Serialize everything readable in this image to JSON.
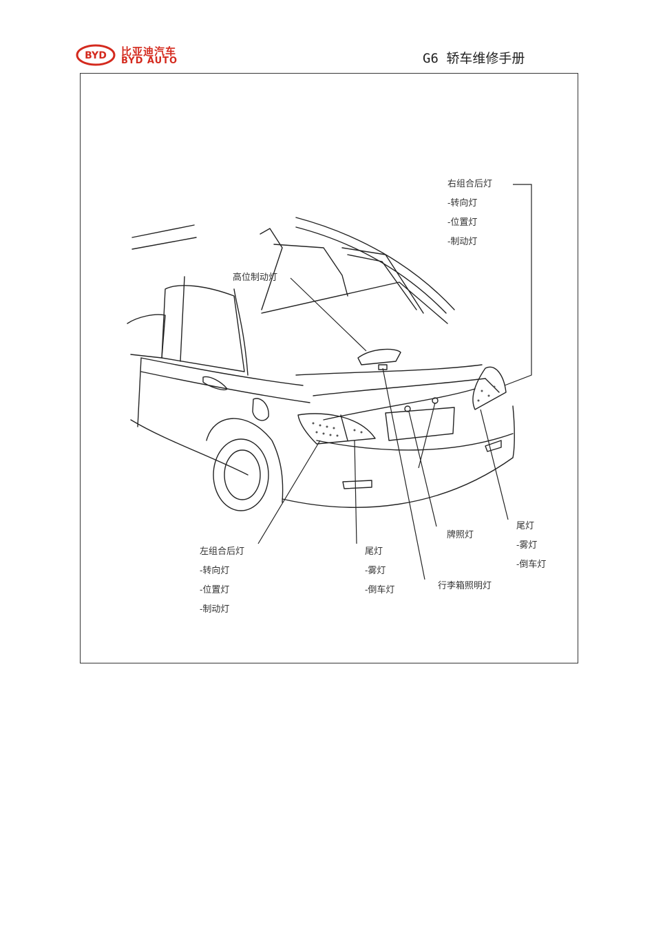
{
  "header": {
    "logo_cn": "比亚迪汽车",
    "logo_en": "BYD AUTO",
    "logo_badge": "BYD",
    "manual_title": "G6 轿车维修手册",
    "brand_color": "#d42a1e"
  },
  "labels": {
    "right_combo": {
      "title": "右组合后灯",
      "items": [
        "-转向灯",
        "-位置灯",
        "-制动灯"
      ]
    },
    "high_brake": {
      "title": "高位制动灯"
    },
    "left_combo": {
      "title": "左组合后灯",
      "items": [
        "-转向灯",
        "-位置灯",
        "-制动灯"
      ]
    },
    "tail_center": {
      "title": "尾灯",
      "items": [
        "-雾灯",
        "-倒车灯"
      ]
    },
    "tail_right": {
      "title": "尾灯",
      "items": [
        "-雾灯",
        "-倒车灯"
      ]
    },
    "license": {
      "title": "牌照灯"
    },
    "trunk": {
      "title": "行李箱照明灯"
    }
  }
}
